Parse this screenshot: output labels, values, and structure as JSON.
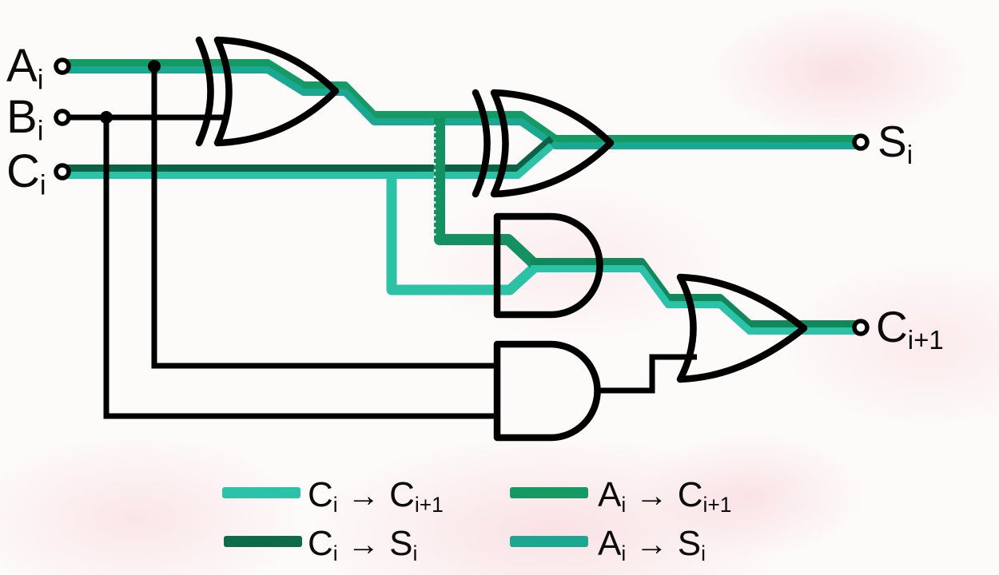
{
  "diagram": {
    "kind": "full-adder-logic-circuit",
    "gates": [
      "XOR",
      "XOR",
      "AND",
      "AND",
      "OR"
    ]
  },
  "inputs": [
    {
      "main": "A",
      "sub": "i"
    },
    {
      "main": "B",
      "sub": "i"
    },
    {
      "main": "C",
      "sub": "i"
    }
  ],
  "outputs": [
    {
      "main": "S",
      "sub": "i"
    },
    {
      "main": "C",
      "sub": "i+1"
    }
  ],
  "legend": {
    "items": [
      {
        "from": {
          "main": "C",
          "sub": "i"
        },
        "arrow": "→",
        "to": {
          "main": "C",
          "sub": "i+1"
        },
        "color": "#2cc2a8"
      },
      {
        "from": {
          "main": "A",
          "sub": "i"
        },
        "arrow": "→",
        "to": {
          "main": "C",
          "sub": "i+1"
        },
        "color": "#169a63"
      },
      {
        "from": {
          "main": "C",
          "sub": "i"
        },
        "arrow": "→",
        "to": {
          "main": "S",
          "sub": "i"
        },
        "color": "#0e6b4a"
      },
      {
        "from": {
          "main": "A",
          "sub": "i"
        },
        "arrow": "→",
        "to": {
          "main": "S",
          "sub": "i"
        },
        "color": "#1aa893"
      }
    ]
  },
  "colors": {
    "a_to_cnext": "#169a63",
    "a_to_s": "#1aa893",
    "c_to_cnext": "#2cc2a8",
    "c_to_s": "#0c6245",
    "and_out_green": "#12875c",
    "xor_branch_green": "#149160",
    "wire": "#000000",
    "gate_outline": "#000000",
    "terminal_fill": "#ffffff"
  }
}
